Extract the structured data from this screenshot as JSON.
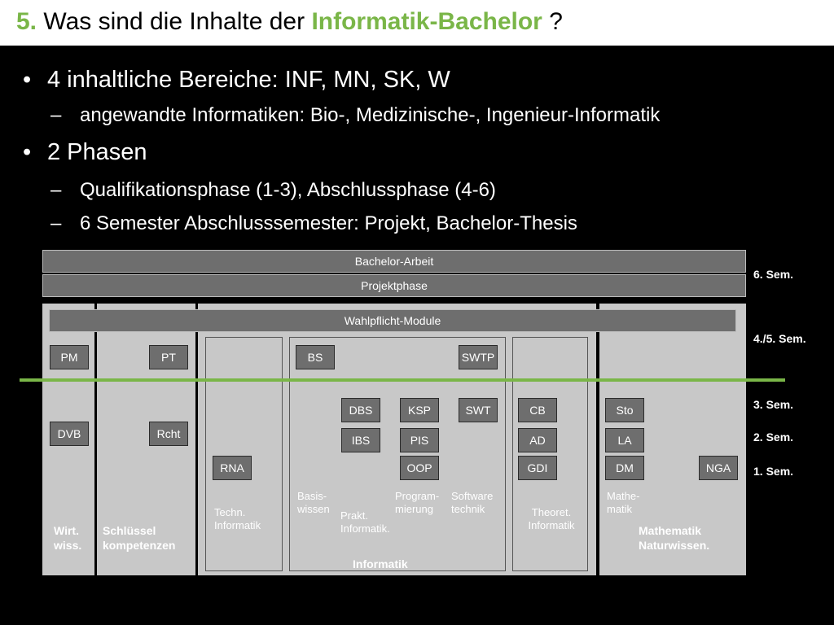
{
  "title": {
    "number": "5.",
    "prefix": "Was sind die Inhalte der",
    "highlight": "Informatik-Bachelor",
    "suffix": "?"
  },
  "bullets": [
    {
      "level": 1,
      "marker": "•",
      "text": "4 inhaltliche Bereiche: INF,  MN, SK, W"
    },
    {
      "level": 2,
      "marker": "–",
      "text": "angewandte Informatiken: Bio-, Medizinische-, Ingenieur-Informatik"
    },
    {
      "level": 1,
      "marker": "•",
      "text": "2 Phasen"
    },
    {
      "level": 2,
      "marker": "–",
      "text": "Qualifikationsphase (1-3), Abschlussphase (4-6)"
    },
    {
      "level": 2,
      "marker": "–",
      "text": "6 Semester Abschlusssemester: Projekt, Bachelor-Thesis"
    }
  ],
  "diagram": {
    "bars": {
      "bachelor": "Bachelor-Arbeit",
      "projekt": "Projektphase",
      "wahlpflicht": "Wahlpflicht-Module"
    },
    "semesters": {
      "s6": "6. Sem.",
      "s45": "4./5. Sem.",
      "s3": "3. Sem.",
      "s2": "2. Sem.",
      "s1": "1. Sem."
    },
    "modules": {
      "pm": "PM",
      "pt": "PT",
      "bs": "BS",
      "swtp": "SWTP",
      "dvb": "DVB",
      "rcht": "Rcht",
      "dbs": "DBS",
      "ksp": "KSP",
      "swt": "SWT",
      "cb": "CB",
      "sto": "Sto",
      "ibs": "IBS",
      "pis": "PIS",
      "ad": "AD",
      "la": "LA",
      "rna": "RNA",
      "oop": "OOP",
      "gdi": "GDI",
      "dm": "DM",
      "nga": "NGA"
    },
    "labels": {
      "basis": [
        "Basis-",
        "wissen"
      ],
      "program": [
        "Program-",
        "mierung"
      ],
      "software": [
        "Software",
        "technik"
      ],
      "mathe": [
        "Mathe-",
        "matik"
      ],
      "techn": [
        "Techn.",
        "Informatik"
      ],
      "prakt": [
        "Prakt.",
        "Informatik."
      ],
      "theoret": [
        "Theoret.",
        "Informatik"
      ],
      "wirt": [
        "Wirt.",
        "wiss."
      ],
      "schluessel": [
        "Schlüssel",
        "kompetenzen"
      ],
      "mathenat": [
        "Mathematik",
        "Naturwissen."
      ],
      "informatik": "Informatik"
    },
    "colors": {
      "accent": "#7ab648",
      "module": "#6e6e6e",
      "column": "#c8c8c8"
    }
  }
}
